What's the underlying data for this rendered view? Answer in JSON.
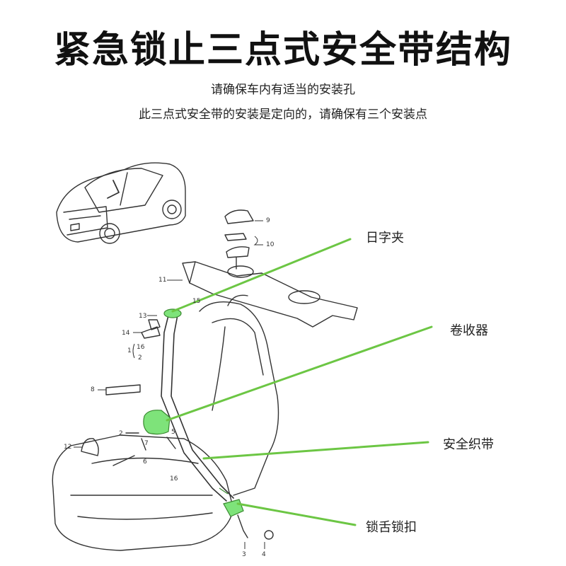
{
  "header": {
    "title": "紧急锁止三点式安全带结构",
    "line1": "请确保车内有适当的安装孔",
    "line2": "此三点式安全带的安装是定向的，请确保有三个安装点"
  },
  "callouts": {
    "clip": "日字夹",
    "retractor": "卷收器",
    "webbing": "安全织带",
    "buckle": "锁舌锁扣"
  },
  "part_numbers": {
    "n9": "9",
    "n10": "10",
    "n11": "11",
    "n13": "13",
    "n15": "15",
    "n14": "14",
    "n1": "1",
    "n16a": "16",
    "n2": "2",
    "n8": "8",
    "n12": "12",
    "n2b": "2",
    "n7": "7",
    "n5": "5",
    "n6": "6",
    "n16b": "16",
    "n3": "3",
    "n4": "4"
  },
  "colors": {
    "accent_green": "#6cc644",
    "highlight_fill": "#7ee37a",
    "line_art": "#333333"
  }
}
